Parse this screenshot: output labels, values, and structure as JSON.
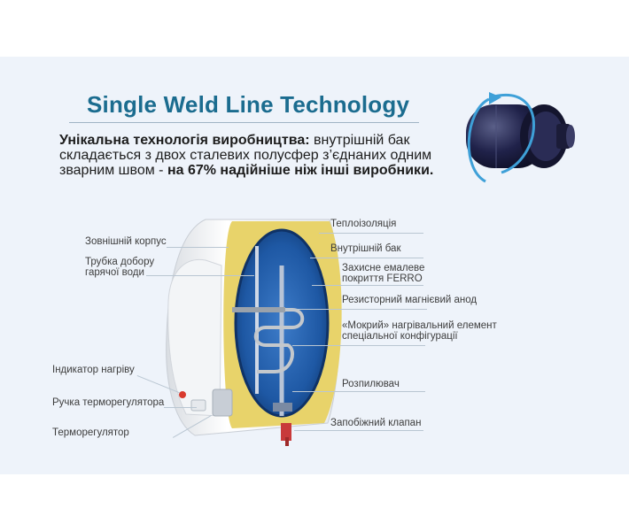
{
  "header": {
    "title": "Single Weld Line Technology",
    "intro_bold": "Унікальна технологія виробництва:",
    "intro_text": " внутрішній бак складається з двох сталевих полусфер з’єднаних одним зварним швом - ",
    "intro_highlight": "на 67% надійніше ніж інші виробники."
  },
  "labels_left": {
    "outer_case": "Зовнішній корпус",
    "hot_water_pipe": "Трубка добору гарячої води",
    "heat_indicator": "Індикатор нагріву",
    "thermostat_knob": "Ручка терморегулятора",
    "thermostat": "Терморегулятор"
  },
  "labels_right": {
    "insulation": "Теплоізоляція",
    "inner_tank": "Внутрішній бак",
    "enamel_coating": "Захисне емалеве покриття FERRO",
    "anode": "Резисторний магнієвий анод",
    "heating_element": "«Мокрий» нагрівальний елемент спеціальної конфігурації",
    "diffuser": "Розпилювач",
    "safety_valve": "Запобіжний клапан"
  },
  "colors": {
    "title": "#1b6c8f",
    "insulation": "#e8d36a",
    "tank_outer": "#1c4d8c",
    "tank_inner": "#2f6bb8",
    "background_panel": "#eef3fa",
    "rotation_arrow": "#3ea0d8"
  },
  "icons": {
    "tank_render": "steel-tank-icon",
    "rotation_arrow": "rotation-arrow-icon"
  }
}
